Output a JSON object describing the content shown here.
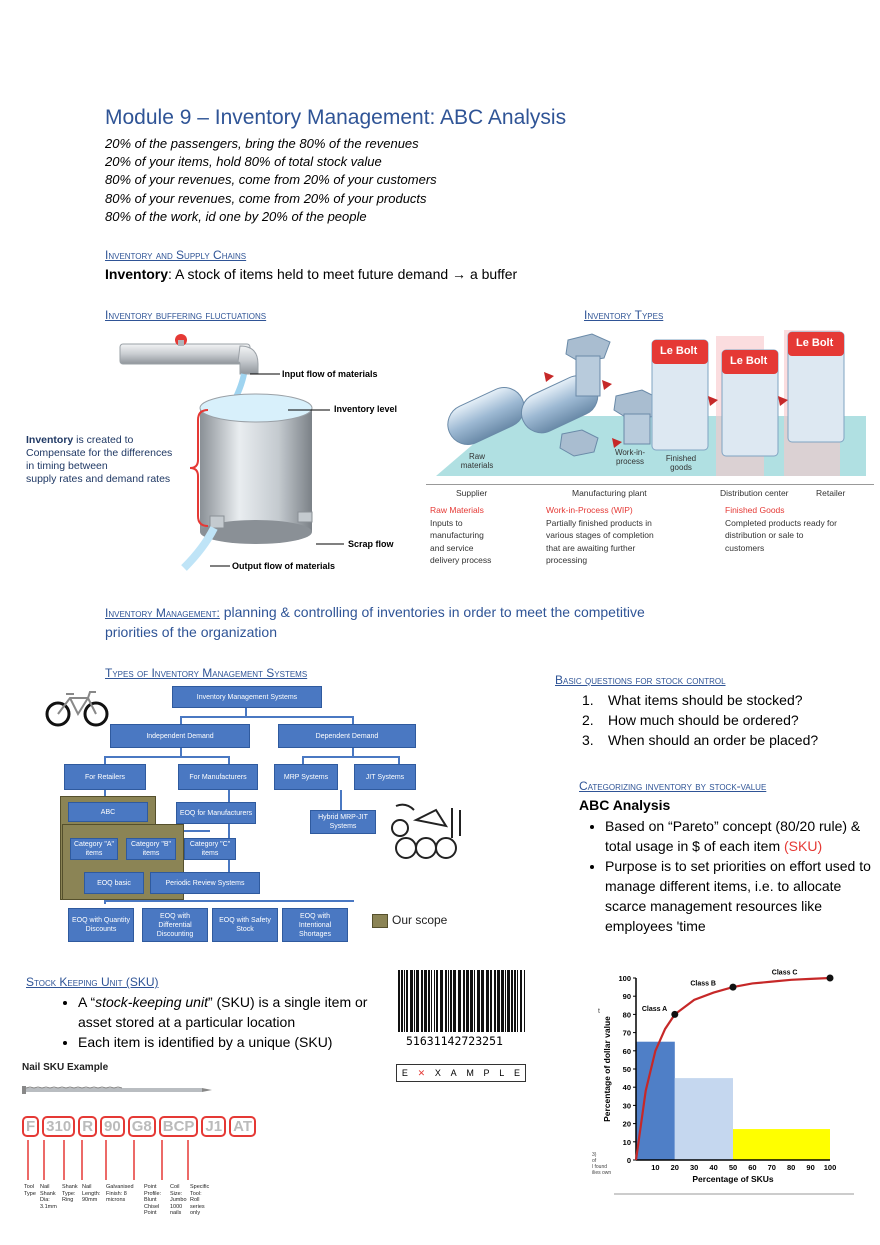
{
  "title": "Module 9 – Inventory Management: ABC Analysis",
  "intro": [
    "20% of the passengers, bring the 80% of the revenues",
    "20% of your items, hold 80% of total stock value",
    "80% of your revenues, come from 20% of your customers",
    "80% of your revenues, come from 20% of your products",
    "80% of the work, id one by 20% of the people"
  ],
  "supply": {
    "heading": "Inventory and Supply Chains",
    "term": "Inventory",
    "definition": ": A stock of items held to meet future demand → a buffer"
  },
  "buffering": {
    "heading": "Inventory buffering fluctuations",
    "input_label": "Input flow of materials",
    "level_label": "Inventory level",
    "scrap_label": "Scrap flow",
    "output_label": "Output flow of materials",
    "note_term": "Inventory",
    "note_rest": " is created to",
    "note_lines": [
      "Compensate for the differences",
      "in timing between",
      "supply rates and demand rates"
    ]
  },
  "types": {
    "heading": "Inventory Types",
    "brand": "Le Bolt",
    "raw_label": "Raw materials",
    "wip_label": "Work-in-process",
    "finished_label": "Finished goods",
    "stages": [
      "Supplier",
      "Manufacturing plant",
      "Distribution center",
      "Retailer"
    ],
    "cols": [
      {
        "title": "Raw Materials",
        "lines": [
          "Inputs to",
          "manufacturing",
          "and service",
          "delivery process"
        ]
      },
      {
        "title": "Work-in-Process (WIP)",
        "lines": [
          "Partially finished products in",
          "various stages of completion",
          "that are awaiting further",
          "processing"
        ]
      },
      {
        "title": "Finished Goods",
        "lines": [
          "Completed products ready for",
          "distribution or sale to",
          "customers"
        ]
      }
    ]
  },
  "management": {
    "heading": "Inventory Management:",
    "text": " planning & controlling of inventories in order to meet the competitive",
    "text2": "priorities of the organization"
  },
  "systems": {
    "heading": "Types of Inventory Management Systems",
    "root": "Inventory Management Systems",
    "independent": "Independent Demand",
    "dependent": "Dependent Demand",
    "retailers": "For Retailers",
    "manufacturers": "For Manufacturers",
    "mrp": "MRP Systems",
    "jit": "JIT Systems",
    "abc": "ABC",
    "eoq_man": "EOQ for Manufacturers",
    "hybrid": "Hybrid MRP-JIT Systems",
    "cat_a": "Category \"A\" items",
    "cat_b": "Category \"B\" items",
    "cat_c": "Category \"C\" items",
    "eoq_basic": "EOQ basic",
    "periodic": "Periodic Review Systems",
    "eoq_qty": "EOQ with Quantity Discounts",
    "eoq_diff": "EOQ with Differential Discounting",
    "eoq_safety": "EOQ with Safety Stock",
    "eoq_short": "EOQ with Intentional Shortages",
    "scope": "Our scope"
  },
  "questions": {
    "heading": "Basic questions for stock control",
    "items": [
      "What items should be stocked?",
      "How much should be ordered?",
      "When should an order be placed?"
    ]
  },
  "categorizing": {
    "heading": "Categorizing inventory by stock-value",
    "subtitle": "ABC Analysis",
    "b1": "Based on “Pareto” concept (80/20 rule) & total usage in $ of each item",
    "b1_red": "(SKU)",
    "b2": "Purpose is to set priorities on effort used to manage different items, i.e. to allocate scarce management resources like employees 'time"
  },
  "sku": {
    "heading": "Stock Keeping Unit (SKU)",
    "b1_pre": "A “",
    "b1_em": "stock-keeping unit",
    "b1_post": "” (SKU) is a single item or asset stored at a particular location",
    "b2": "Each item is identified by a unique (SKU)",
    "nail_title": "Nail SKU Example",
    "code_parts": [
      "F",
      "310",
      "R",
      "90",
      "G8",
      "BCP",
      "J1",
      "AT"
    ],
    "labels": [
      "Tool Type",
      "Nail Shank Dia: 3.1mm",
      "Shank Type: Ring",
      "Nail Length: 90mm",
      "Galvanised Finish: 8 microns",
      "Point Profile: Blunt Chisel Point",
      "Coil Size: Jumbo 1000 nails",
      "Specific Tool: Roll series only"
    ],
    "barcode_number": "51631142723251",
    "example_letters": [
      "E",
      "X",
      "A",
      "M",
      "P",
      "L",
      "E"
    ]
  },
  "chart_data": {
    "type": "bar",
    "xlabel": "Percentage of SKUs",
    "ylabel": "Percentage of dollar value",
    "xlim": [
      0,
      100
    ],
    "ylim": [
      0,
      100
    ],
    "xticks": [
      10,
      20,
      30,
      40,
      50,
      60,
      70,
      80,
      90,
      100
    ],
    "yticks": [
      0,
      10,
      20,
      30,
      40,
      50,
      60,
      70,
      80,
      90,
      100
    ],
    "bars": [
      {
        "x0": 0,
        "x1": 20,
        "value": 65,
        "color": "#4f7fc7"
      },
      {
        "x0": 20,
        "x1": 50,
        "value": 45,
        "color": "#c5d7ef"
      },
      {
        "x0": 50,
        "x1": 100,
        "value": 17,
        "color": "#ffff00"
      }
    ],
    "curve": {
      "x": [
        0,
        5,
        10,
        15,
        20,
        30,
        40,
        50,
        60,
        70,
        80,
        90,
        100
      ],
      "y": [
        0,
        38,
        60,
        72,
        80,
        88,
        92,
        95,
        97,
        98,
        99,
        99.5,
        100
      ]
    },
    "points": [
      {
        "x": 20,
        "y": 80
      },
      {
        "x": 50,
        "y": 95
      },
      {
        "x": 100,
        "y": 100
      }
    ],
    "classes": [
      {
        "label": "Class A",
        "x": 3,
        "y": 82
      },
      {
        "label": "Class B",
        "x": 28,
        "y": 96
      },
      {
        "label": "Class C",
        "x": 70,
        "y": 102
      }
    ],
    "side_fragments": [
      "t",
      "3)",
      "of",
      "l found",
      "ilies own"
    ]
  }
}
